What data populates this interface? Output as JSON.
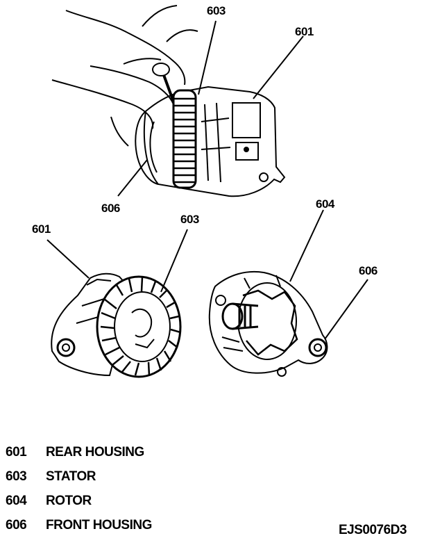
{
  "callouts": {
    "top_stator": "603",
    "top_rear_housing": "601",
    "top_front_housing": "606",
    "left_rear_housing": "601",
    "left_stator": "603",
    "right_rotor": "604",
    "right_front_housing": "606"
  },
  "legend": [
    {
      "number": "601",
      "label": "REAR HOUSING"
    },
    {
      "number": "603",
      "label": "STATOR"
    },
    {
      "number": "604",
      "label": "ROTOR"
    },
    {
      "number": "606",
      "label": "FRONT HOUSING"
    }
  ],
  "figure_code": "EJS0076D3",
  "icons": {
    "assembled": "assembled-alternator-icon",
    "rear_stator": "rear-housing-stator-icon",
    "front_rotor": "front-housing-rotor-icon"
  }
}
